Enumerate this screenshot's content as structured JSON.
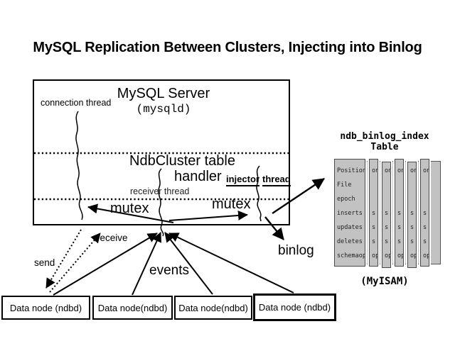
{
  "title": "MySQL Replication Between Clusters, Injecting into Binlog",
  "server_box": {
    "title": "MySQL Server",
    "subtitle": "(mysqld)",
    "connection_thread_label": "connection thread",
    "ndbcluster_line1": "NdbCluster table",
    "ndbcluster_line2": "handler",
    "receiver_thread_label": "receiver thread",
    "injector_word1": "injector",
    "injector_word2": "thread",
    "mutex_left": "mutex",
    "mutex_right": "mutex"
  },
  "labels": {
    "send": "send",
    "receive": "receive",
    "events": "events",
    "binlog": "binlog"
  },
  "binlog_index": {
    "title_line1": "ndb_binlog_index",
    "title_line2": "Table",
    "rows": [
      "Position",
      "File",
      "epoch",
      "inserts",
      "updates",
      "deletes",
      "schemaops"
    ],
    "column_fragments": [
      "on",
      "",
      "",
      "s",
      "s",
      "s",
      "ops"
    ],
    "record_column_count": 5,
    "engine": "(MyISAM)"
  },
  "data_nodes": [
    {
      "label": "Data node (ndbd)"
    },
    {
      "label": "Data node(ndbd)"
    },
    {
      "label": "Data node(ndbd)"
    },
    {
      "label": "Data node (ndbd)"
    }
  ],
  "colors": {
    "background": "#ffffff",
    "line": "#000000",
    "table_fill": "#c2c2c2",
    "table_border": "#4a4a4a"
  }
}
